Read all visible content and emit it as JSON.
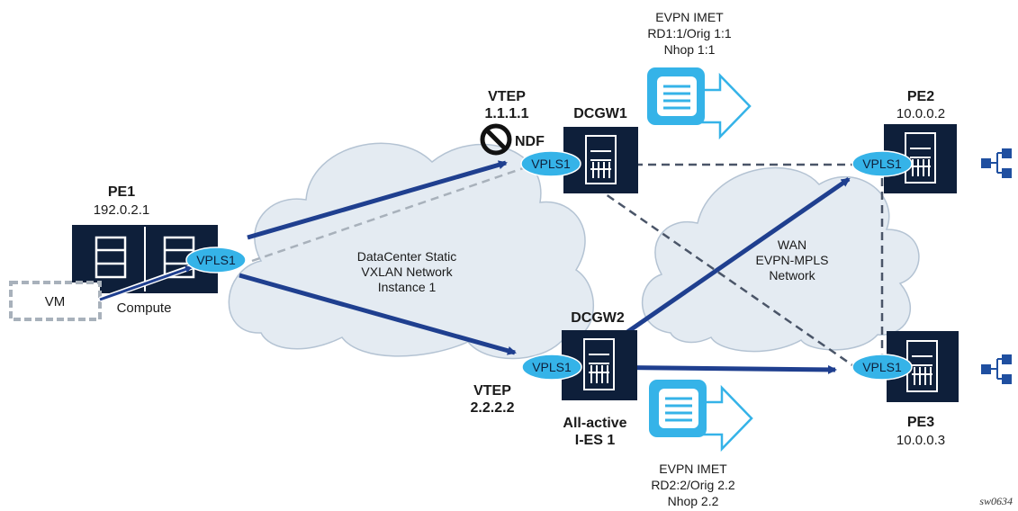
{
  "labels": {
    "pe1_name": "PE1",
    "pe1_ip": "192.0.2.1",
    "vm": "VM",
    "compute": "Compute",
    "vtep1_title": "VTEP",
    "vtep1_ip": "1.1.1.1",
    "ndf": "NDF",
    "dcgw1": "DCGW1",
    "dcgw2": "DCGW2",
    "vtep2_title": "VTEP",
    "vtep2_ip": "2.2.2.2",
    "all_active": "All-active",
    "ies": "I-ES 1",
    "pe2_name": "PE2",
    "pe2_ip": "10.0.0.2",
    "pe3_name": "PE3",
    "pe3_ip": "10.0.0.3",
    "dc_cloud": [
      "DataCenter Static",
      "VXLAN Network",
      "Instance 1"
    ],
    "wan_cloud": [
      "WAN",
      "EVPN-MPLS",
      "Network"
    ],
    "imet1": [
      "EVPN IMET",
      "RD1:1/Orig 1:1",
      "Nhop 1:1"
    ],
    "imet2": [
      "EVPN IMET",
      "RD2:2/Orig 2.2",
      "Nhop 2.2"
    ],
    "figure_id": "sw0634"
  },
  "vpls_label": "VPLS1",
  "colors": {
    "navy": "#0e1f3a",
    "arrow_blue": "#1f3f8f",
    "vpls_fill": "#35b3e8",
    "cloud_fill": "#e4ebf2",
    "cloud_stroke": "#b4c3d3",
    "dashed_dark": "#4a5568",
    "dashed_light": "#a8b1bb"
  },
  "icons": [
    "server-icon",
    "prohibited-icon",
    "message-icon",
    "network-icon",
    "vm-box"
  ]
}
